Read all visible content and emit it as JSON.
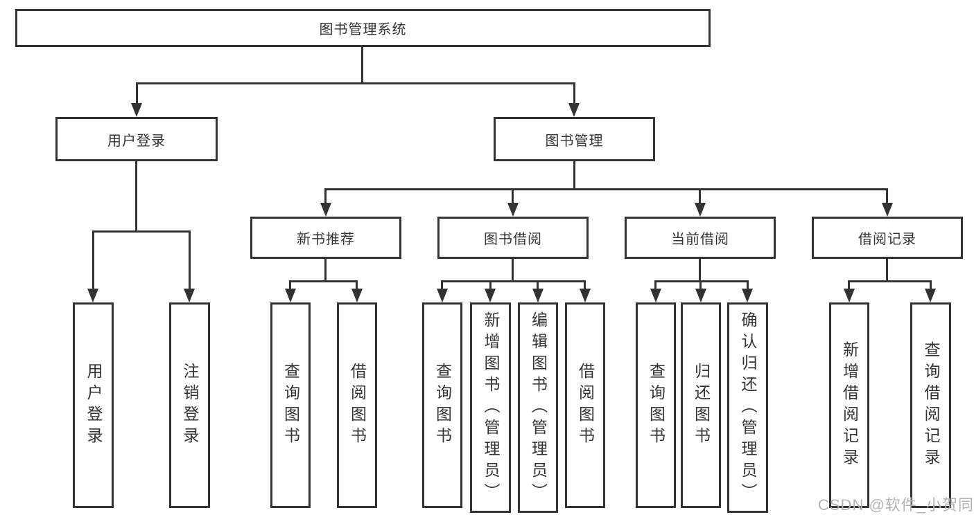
{
  "tree": {
    "root": "图书管理系统",
    "branches": [
      {
        "label": "用户登录",
        "children": [
          "用户登录",
          "注销登录"
        ]
      },
      {
        "label": "图书管理",
        "sections": [
          {
            "label": "新书推荐",
            "children": [
              "查询图书",
              "借阅图书"
            ]
          },
          {
            "label": "图书借阅",
            "children": [
              "查询图书",
              "新增图书（管理员）",
              "编辑图书（管理员）",
              "借阅图书"
            ]
          },
          {
            "label": "当前借阅",
            "children": [
              "查询图书",
              "归还图书",
              "确认归还（管理员）"
            ]
          },
          {
            "label": "借阅记录",
            "children": [
              "新增借阅记录",
              "查询借阅记录"
            ]
          }
        ]
      }
    ]
  },
  "watermark": "CSDN @软件_小贺同学",
  "colors": {
    "line": "#333333",
    "box_background": "#ffffff",
    "text": "#333333",
    "watermark": "#b3b3b3"
  }
}
